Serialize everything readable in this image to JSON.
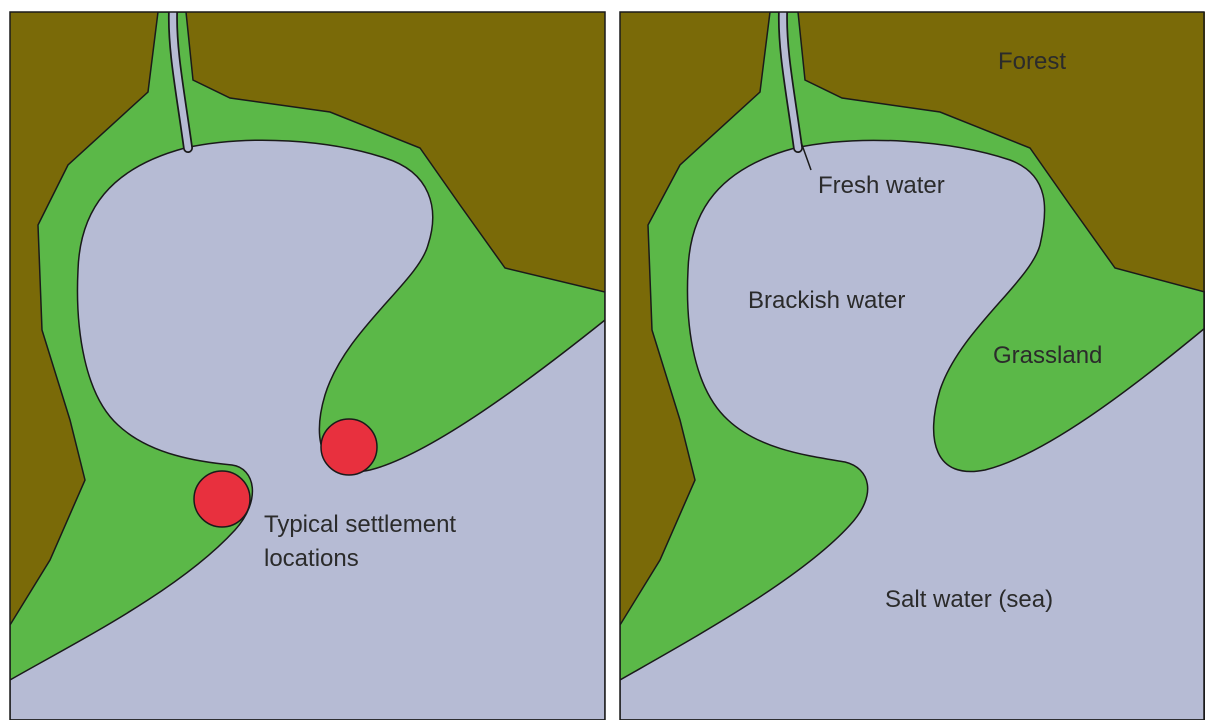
{
  "colors": {
    "forest": "#7a6a08",
    "grassland": "#5bb848",
    "water": "#b6bbd4",
    "settlement": "#e8303e",
    "outline": "#1a1a1a"
  },
  "left_panel": {
    "settlement_label_line1": "Typical settlement",
    "settlement_label_line2": "locations"
  },
  "right_panel": {
    "forest_label": "Forest",
    "fresh_water_label": "Fresh water",
    "brackish_water_label": "Brackish water",
    "grassland_label": "Grassland",
    "salt_water_label": "Salt water (sea)"
  }
}
